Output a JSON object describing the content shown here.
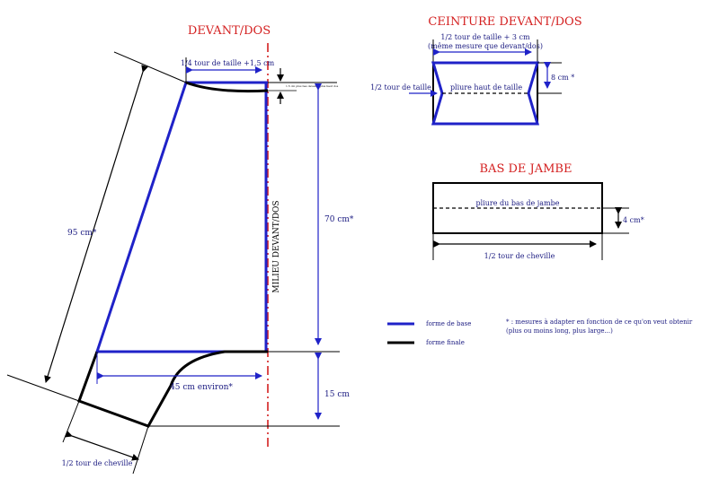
{
  "colors": {
    "base": "#1f22c8",
    "final": "#000000",
    "center_line": "#d42020",
    "title": "#d42020",
    "label": "#1a1a80"
  },
  "titles": {
    "front_back": "DEVANT/DOS",
    "waistband": "CEINTURE DEVANT/DOS",
    "leg_hem": "BAS DE JAMBE"
  },
  "pattern": {
    "top_width": "1/4 tour de taille +1,5 cm",
    "small_note": "1.5 cm plus bas devant / plus haut dos",
    "center_label": "MILIEU DEVANT/DOS",
    "height_top": "70 cm*",
    "height_bottom": "15 cm",
    "diagonal": "95 cm*",
    "crotch": "45 cm environ*",
    "ankle": "1/2 tour de cheville"
  },
  "waistband": {
    "width_line1": "1/2 tour de taille + 3 cm",
    "width_line2": "(même mesure que devant/dos)",
    "left_label": "1/2 tour de taille",
    "fold_label": "pliure haut de taille",
    "height": "8 cm *"
  },
  "leg_hem": {
    "fold_label": "pliure du bas de jambe",
    "height": "4 cm*",
    "width": "1/2 tour de cheville"
  },
  "legend": {
    "base": "forme de base",
    "final": "forme finale",
    "note_line1": "* : mesures à adapter en fonction de ce qu'on veut obtenir",
    "note_line2": "(plus ou moins long, plus large...)"
  }
}
